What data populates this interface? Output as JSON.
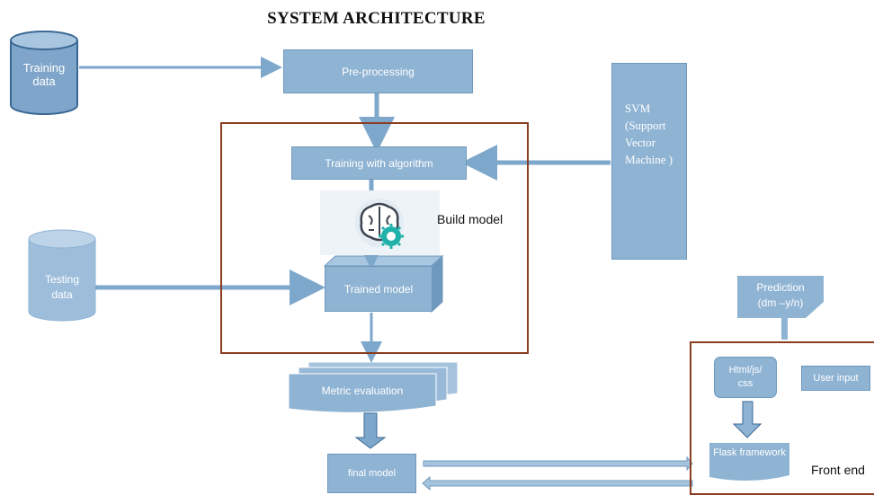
{
  "title": "SYSTEM ARCHITECTURE",
  "nodes": {
    "training_data": "Training data",
    "preprocessing": "Pre-processing",
    "svm": "SVM (Support Vector Machine )",
    "training_with_algorithm": "Training with algorithm",
    "build_model": "Build model",
    "testing_data": "Testing data",
    "trained_model": "Trained model",
    "prediction_line1": "Prediction",
    "prediction_line2": "(dm –y/n)",
    "metric_evaluation": "Metric evaluation",
    "html_js_css": "Html/js/ css",
    "user_input": "User input",
    "flask_framework": "Flask framework",
    "front_end": "Front end",
    "final_model": "final model"
  },
  "colors": {
    "box_fill": "#8fb3d3",
    "box_border": "#6f98bd",
    "arrow": "#7ea7cc",
    "frame": "#8a3d21",
    "brain_icon_bg": "#eef3f7",
    "gear": "#20b2aa"
  },
  "icons": [
    "brain-gear-icon"
  ]
}
